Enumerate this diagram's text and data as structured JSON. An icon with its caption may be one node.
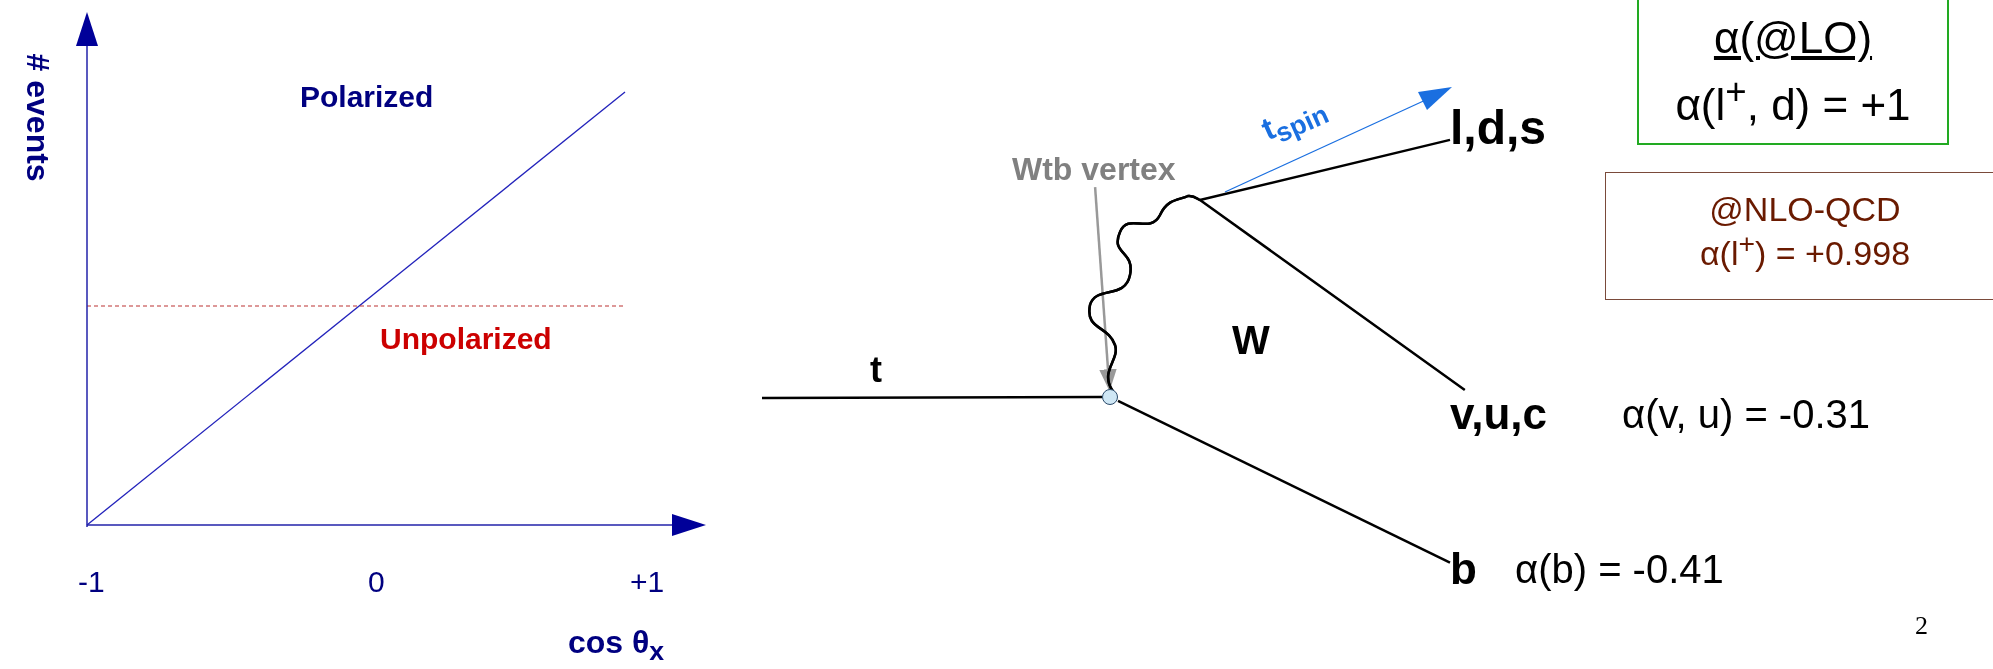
{
  "diagram": {
    "nodes": [
      {
        "text": [],
        "shape": "circle"
      },
      {
        "text": [
          "Wtb vertex"
        ]
      },
      {
        "text": [
          "l,d,s"
        ]
      },
      {
        "text": [
          "v,u,c"
        ],
        "beside": [
          "α(v, u) = -0.31"
        ]
      },
      {
        "text": [
          "b"
        ],
        "beside": [
          "α(b) = -0.41"
        ]
      },
      {
        "text": [
          "α(@LO)",
          "α(l$^{+}$, d) = +1"
        ]
      },
      {
        "text": [
          "@NLO-QCD",
          "α(l$^{+}$) = +0.998"
        ]
      }
    ],
    "edges": [
      {
        "from": null,
        "to": 0,
        "arrow": "none",
        "label": "t"
      },
      {
        "from": 1,
        "to": 0,
        "arrow": "to",
        "color": "#999999"
      },
      {
        "from": 0,
        "to": 2,
        "arrow": "none",
        "label": "W"
      },
      {
        "from": 0,
        "to": 3,
        "arrow": "none"
      },
      {
        "from": 0,
        "to": 4,
        "arrow": "none"
      }
    ],
    "labels": [
      "# events",
      "Polarized",
      "Unpolarized",
      "-1",
      "0",
      "+1",
      "cos θ$_{x}$",
      "t$_{spin}$",
      "2"
    ]
  }
}
